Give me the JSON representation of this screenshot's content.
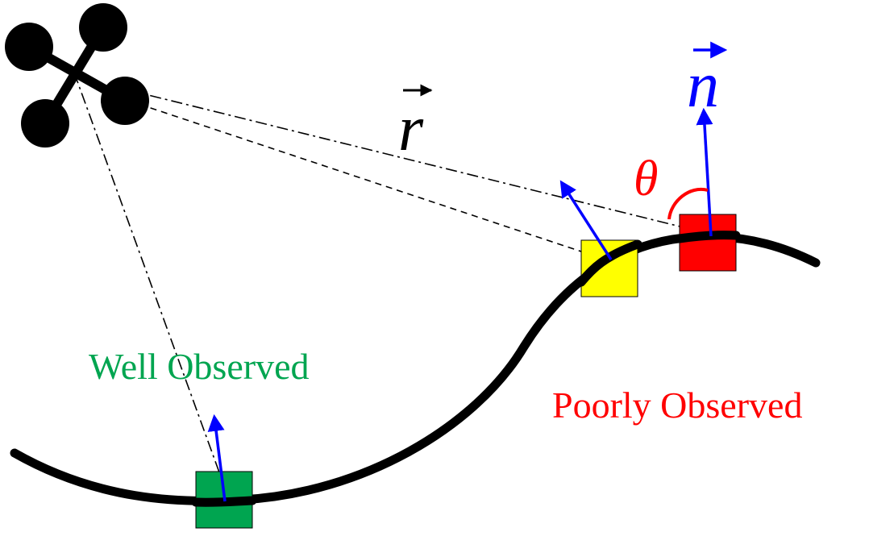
{
  "labels": {
    "well_observed": "Well Observed",
    "poorly_observed": "Poorly Observed",
    "r_vector": "r",
    "n_vector": "n",
    "theta": "θ"
  },
  "colors": {
    "well": "#00a550",
    "mid": "#ffff00",
    "poor": "#ff0000",
    "normal_arrow": "#0000ff",
    "curve": "#000000",
    "theta": "#ff0000"
  },
  "icons": {
    "drone": "quadrotor-icon"
  }
}
